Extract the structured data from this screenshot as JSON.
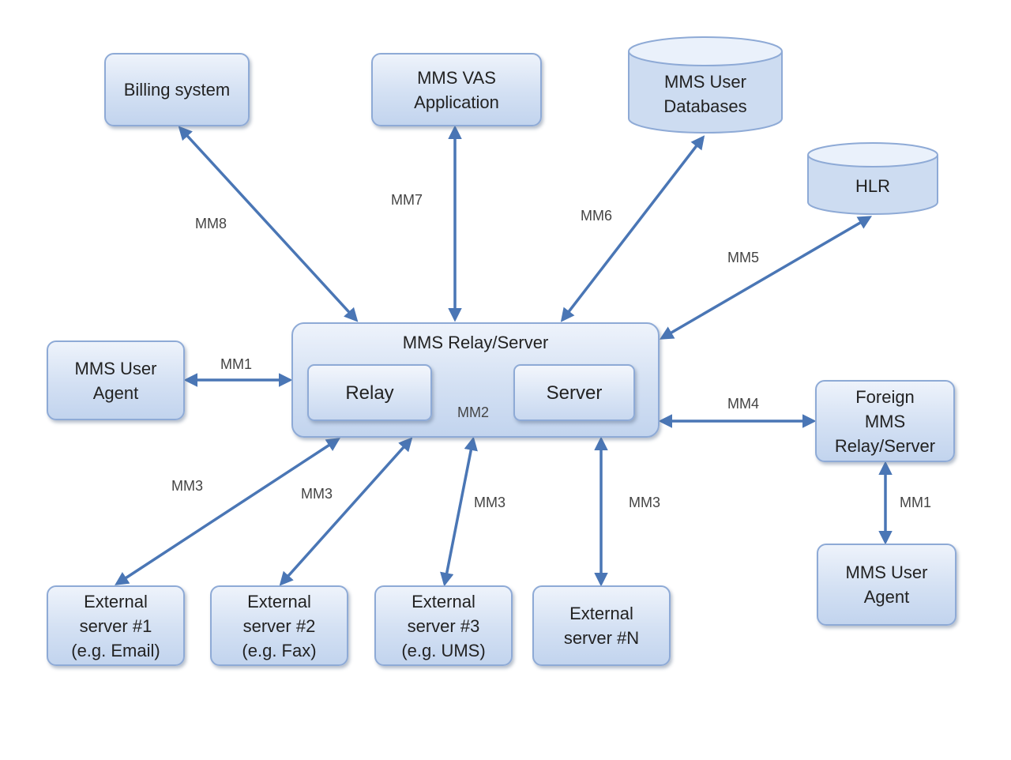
{
  "nodes": {
    "billing": "Billing system",
    "vas": "MMS VAS\nApplication",
    "userdb": "MMS User\nDatabases",
    "hlr": "HLR",
    "relay_server": "MMS Relay/Server",
    "relay": "Relay",
    "server": "Server",
    "ua_left": "MMS User\nAgent",
    "foreign": "Foreign\nMMS\nRelay/Server",
    "ua_right": "MMS User\nAgent",
    "ext1": "External\nserver #1\n(e.g. Email)",
    "ext2": "External\nserver #2\n(e.g. Fax)",
    "ext3": "External\nserver #3\n(e.g. UMS)",
    "extN": "External\nserver #N"
  },
  "edges": {
    "mm8": "MM8",
    "mm7": "MM7",
    "mm6": "MM6",
    "mm5": "MM5",
    "mm1_left": "MM1",
    "mm2": "MM2",
    "mm4": "MM4",
    "mm1_right": "MM1",
    "mm3_1": "MM3",
    "mm3_2": "MM3",
    "mm3_3": "MM3",
    "mm3_n": "MM3"
  },
  "colors": {
    "arrow": "#4a76b5",
    "box_border": "#8eaad6",
    "box_fill": "#d3e0f3"
  }
}
